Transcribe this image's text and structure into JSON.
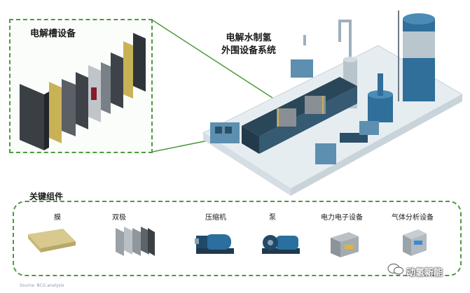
{
  "cell_equipment": {
    "label": "电解槽设备"
  },
  "system": {
    "line1": "电解水制氢",
    "line2": "外围设备系统"
  },
  "components": {
    "label": "关键组件",
    "items": [
      {
        "name": "膜"
      },
      {
        "name": "双极"
      },
      {
        "name": "压缩机"
      },
      {
        "name": "泵"
      },
      {
        "name": "电力电子设备"
      },
      {
        "name": "气体分析设备"
      }
    ]
  },
  "source": "Source: BCG analysis",
  "watermark": "动氢新能",
  "colors": {
    "accent_green": "#4c9a3c",
    "equipment_blue": "#2f6f9a",
    "dark_plate": "#3a3f44"
  }
}
